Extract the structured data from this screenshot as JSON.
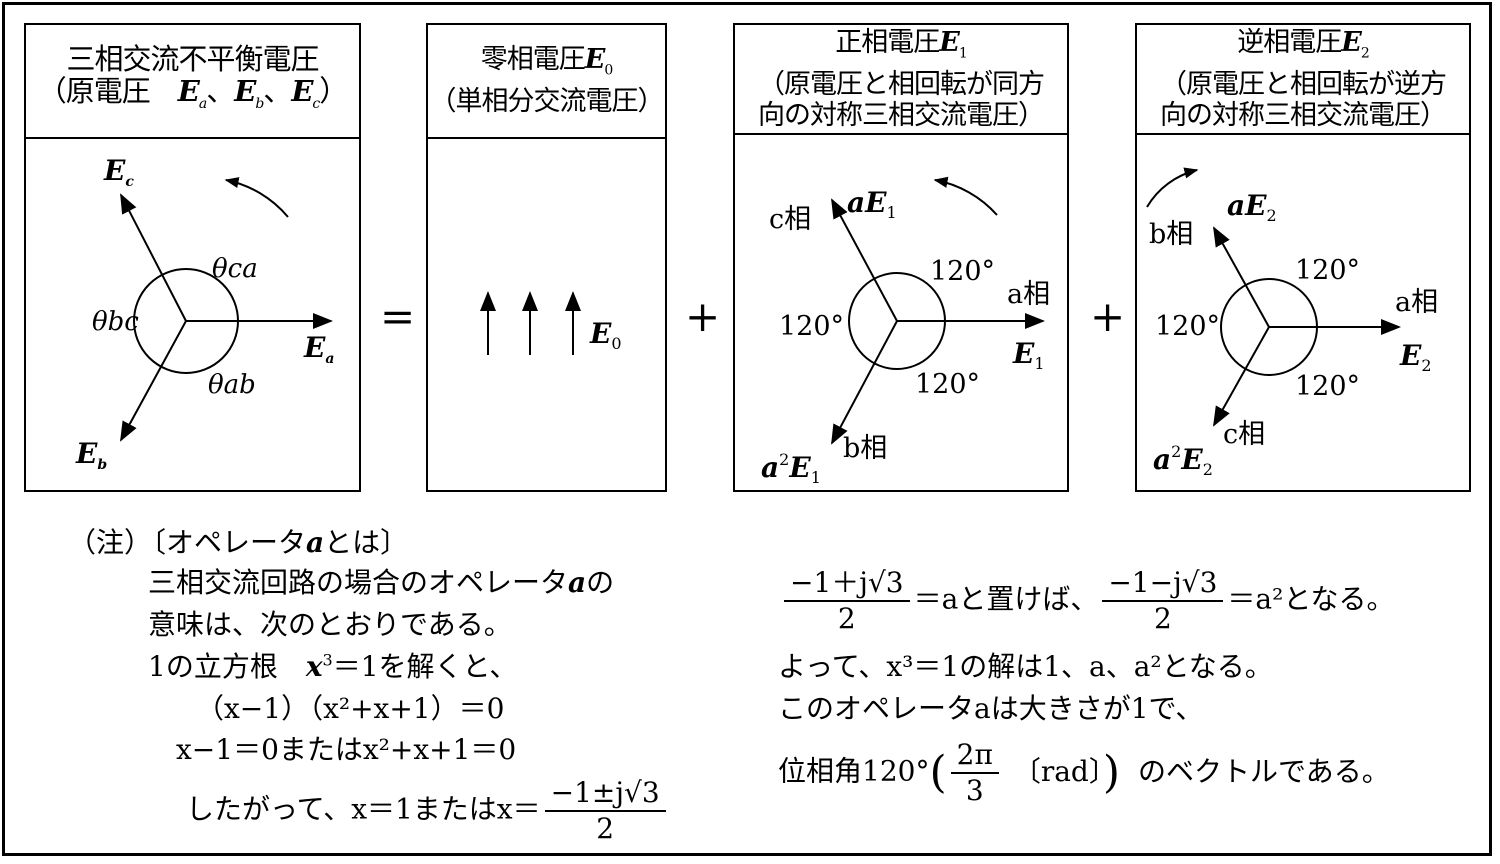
{
  "panels": [
    {
      "lines": [
        "三相交流不平衡電圧",
        "（原電圧　E_a、E_b、E_c）"
      ],
      "line1": "三相交流不平衡電圧",
      "line2_pre": "（原電圧　",
      "line2_post": "）",
      "labels": {
        "ec": "E",
        "ec_sub": "c",
        "ea": "E",
        "ea_sub": "a",
        "eb": "E",
        "eb_sub": "b",
        "theta_ca": "θca",
        "theta_bc": "θbc",
        "theta_ab": "θab"
      }
    },
    {
      "line1_pre": "零相電圧",
      "line1_sym": "E",
      "line1_sub": "0",
      "line2": "（単相分交流電圧）",
      "labels": {
        "e0": "E",
        "e0_sub": "0"
      }
    },
    {
      "line1_pre": "正相電圧",
      "line1_sym": "E",
      "line1_sub": "1",
      "line2": "（原電圧と相回転が同方",
      "line3": "向の対称三相交流電圧）",
      "labels": {
        "c_phase": "c相",
        "a_phase": "a相",
        "b_phase": "b相",
        "ae1": "aE",
        "ae1_sub": "1",
        "e1": "E",
        "e1_sub": "1",
        "a2e1": "a",
        "a2e1_sup": "2",
        "a2e1_e": "E",
        "a2e1_sub": "1",
        "deg": "120°"
      }
    },
    {
      "line1_pre": "逆相電圧",
      "line1_sym": "E",
      "line1_sub": "2",
      "line2": "（原電圧と相回転が逆方",
      "line3": "向の対称三相交流電圧）",
      "labels": {
        "b_phase": "b相",
        "a_phase": "a相",
        "c_phase": "c相",
        "ae2": "aE",
        "ae2_sub": "2",
        "e2": "E",
        "e2_sub": "2",
        "a2e2": "a",
        "a2e2_sup": "2",
        "a2e2_e": "E",
        "a2e2_sub": "2",
        "deg": "120°"
      }
    }
  ],
  "operators": {
    "equals": "=",
    "plus": "+"
  },
  "note": {
    "heading_pre": "（注）〔オペレータ",
    "heading_sym": "a",
    "heading_post": "とは〕",
    "l1_pre": "三相交流回路の場合のオペレータ",
    "l1_sym": "a",
    "l1_post": "の",
    "l2": "意味は、次のとおりである。",
    "l3_pre": "1の立方根　",
    "l3_x": "x",
    "l3_sup": "3",
    "l3_post": "＝1を解くと、",
    "l4": "（x−1）（x²+x+1）＝0",
    "l5": "x−1＝0またはx²+x+1＝0",
    "l6_pre": "したがって、x＝1またはx＝",
    "l6_num": "−1±j√3",
    "l6_den": "2",
    "r1_num1": "−1＋j√3",
    "r1_den1": "2",
    "r1_mid": "＝aと置けば、",
    "r1_num2": "−1−j√3",
    "r1_den2": "2",
    "r1_post": "＝a²となる。",
    "r2": "よって、x³＝1の解は1、a、a²となる。",
    "r3": "このオペレータaは大きさが1で、",
    "r4_pre": "位相角120°",
    "r4_num": "2π",
    "r4_den": "3",
    "r4_unit": "〔rad〕",
    "r4_post": "のベクトルである。"
  }
}
